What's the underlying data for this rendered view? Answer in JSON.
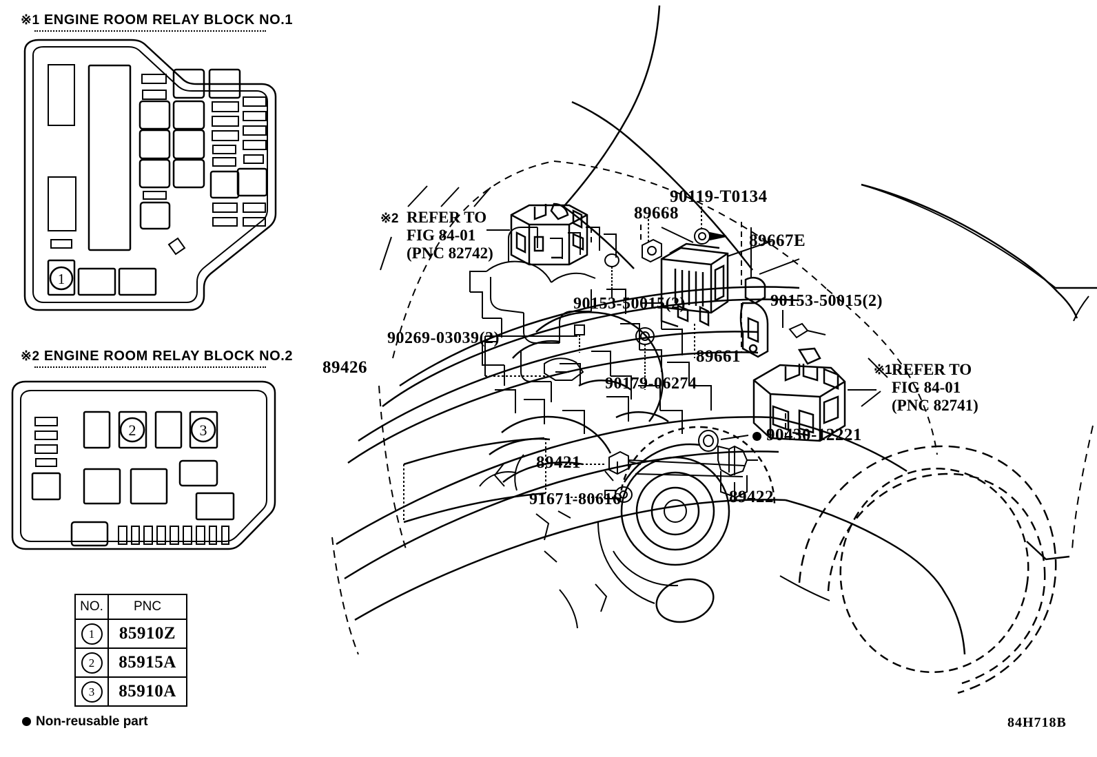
{
  "figure": {
    "code": "84H718B",
    "non_reusable_note": "Non-reusable part"
  },
  "panels": [
    {
      "id": "relay-block-1",
      "mark": "※1",
      "title": "ENGINE ROOM RELAY BLOCK NO.1"
    },
    {
      "id": "relay-block-2",
      "mark": "※2",
      "title": "ENGINE ROOM RELAY BLOCK NO.2"
    }
  ],
  "pnc_table": {
    "headers": [
      "NO.",
      "PNC"
    ],
    "rows": [
      {
        "no": "1",
        "pnc": "85910Z"
      },
      {
        "no": "2",
        "pnc": "85915A"
      },
      {
        "no": "3",
        "pnc": "85910A"
      }
    ]
  },
  "callouts": {
    "refer_fig_82742": {
      "mark": "※2",
      "line1": "REFER TO",
      "line2": "FIG 84-01",
      "line3": "(PNC 82742)"
    },
    "refer_fig_82741": {
      "mark": "※1",
      "line1": "REFER TO",
      "line2": "FIG 84-01",
      "line3": "(PNC 82741)"
    }
  },
  "part_labels": [
    {
      "id": "part-89668",
      "text": "89668"
    },
    {
      "id": "part-90119-T0134",
      "text": "90119-T0134"
    },
    {
      "id": "part-89667E",
      "text": "89667E"
    },
    {
      "id": "part-90153-left",
      "text": "90153-50015(2)"
    },
    {
      "id": "part-90153-right",
      "text": "90153-50015(2)"
    },
    {
      "id": "part-90269-03039",
      "text": "90269-03039(2)"
    },
    {
      "id": "part-89426",
      "text": "89426"
    },
    {
      "id": "part-90179-06274",
      "text": "90179-06274"
    },
    {
      "id": "part-89661",
      "text": "89661"
    },
    {
      "id": "part-90430-12221",
      "text": "90430-12221",
      "non_reusable": true
    },
    {
      "id": "part-89421",
      "text": "89421"
    },
    {
      "id": "part-91671-80616",
      "text": "91671-80616"
    },
    {
      "id": "part-89422",
      "text": "89422"
    }
  ],
  "relay_block_1": {
    "markers": [
      {
        "label": "1"
      }
    ]
  },
  "relay_block_2": {
    "markers": [
      {
        "label": "2"
      },
      {
        "label": "3"
      }
    ]
  },
  "colors": {
    "line": "#000000",
    "background": "#ffffff"
  }
}
